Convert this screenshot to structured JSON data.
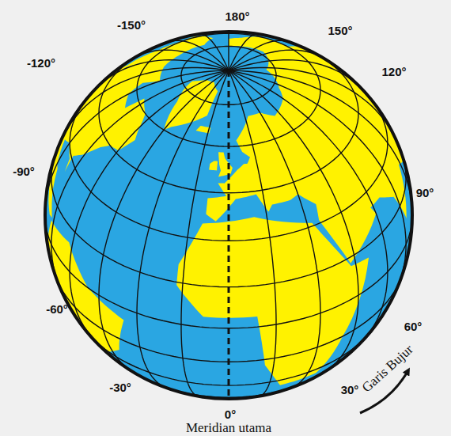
{
  "diagram": {
    "labels": [
      "180°",
      "150°",
      "120°",
      "90°",
      "60°",
      "30°",
      "0°",
      "-30°",
      "-60°",
      "-90°",
      "-120°",
      "-150°",
      "Meridian utama",
      "Garis Bujur"
    ]
  }
}
